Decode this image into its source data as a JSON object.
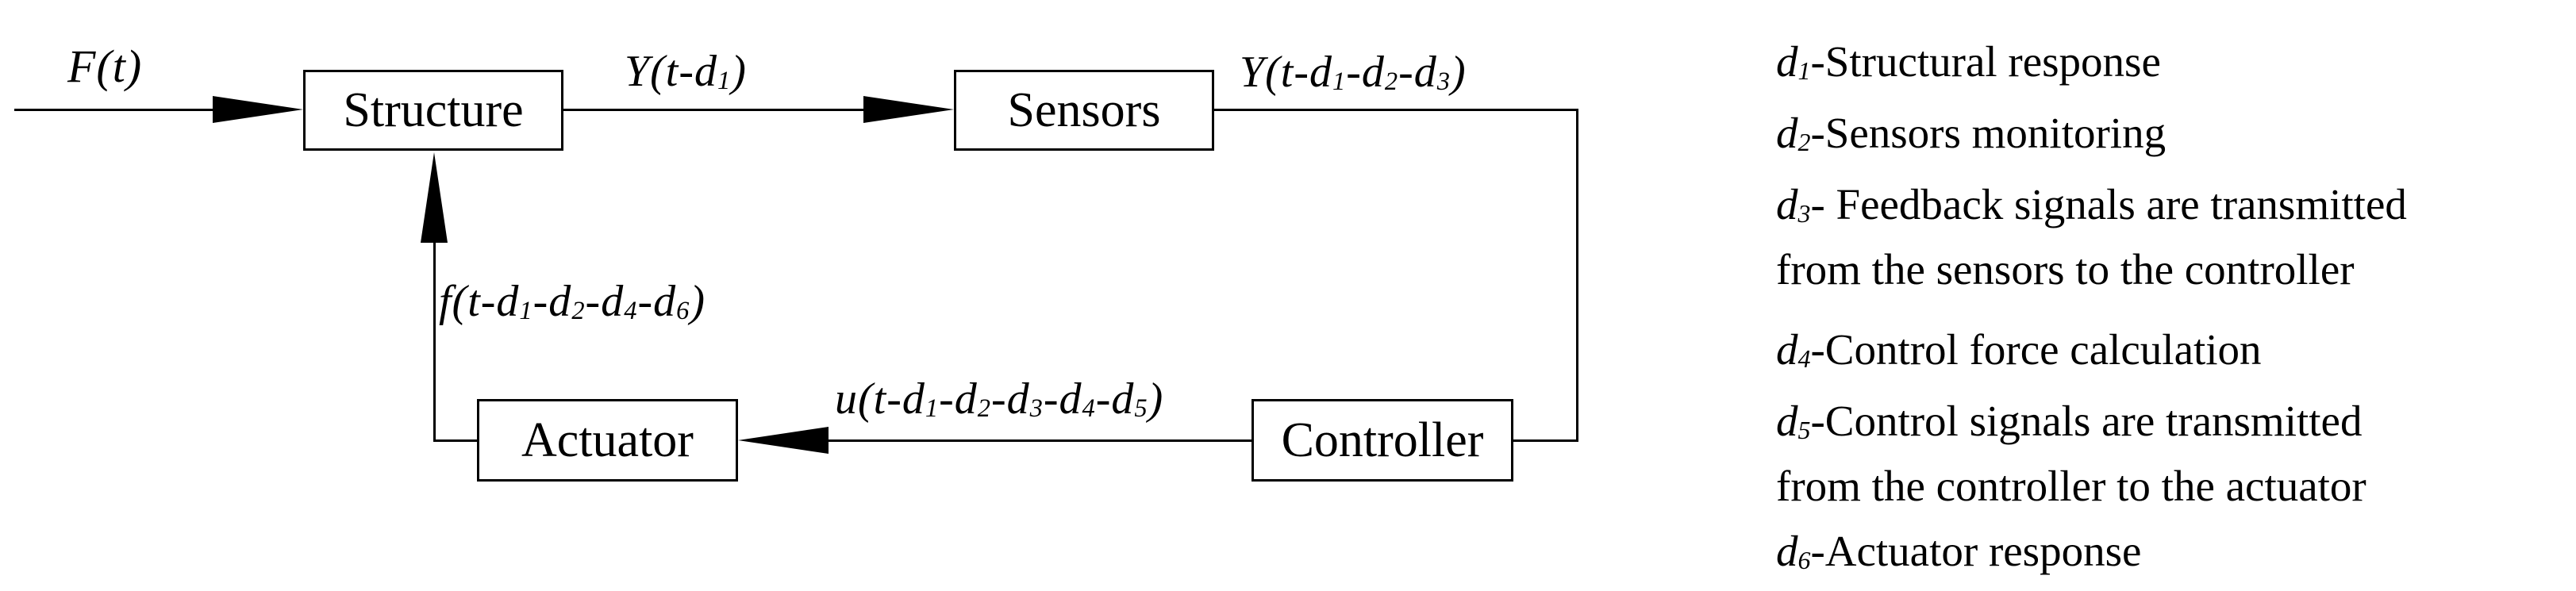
{
  "colors": {
    "ink": "#000000",
    "background": "#ffffff"
  },
  "diagram": {
    "boxes": [
      {
        "id": "structure",
        "label": "Structure"
      },
      {
        "id": "sensors",
        "label": "Sensors"
      },
      {
        "id": "actuator",
        "label": "Actuator"
      },
      {
        "id": "controller",
        "label": "Controller"
      }
    ],
    "signals": {
      "input": "F(t)",
      "structure_to_sensors": "Y(t-d_1_)",
      "sensors_to_controller": "Y(t-d_1_-d_2_-d_3_)",
      "controller_to_actuator": "u(t-d_1_-d_2_-d_3_-d_4_-d_5_)",
      "actuator_to_structure": "f(t-d_1_-d_2_-d_4_-d_6_)"
    }
  },
  "legend": {
    "lines": [
      "*d*_1_-Structural response",
      "*d*_2_-Sensors monitoring",
      "*d*_3_- Feedback signals are transmitted",
      "from the sensors to the controller",
      "*d*_4_-Control force calculation",
      "*d*_5_-Control signals are transmitted",
      "from the controller to the actuator",
      "*d*_6_-Actuator response"
    ]
  }
}
